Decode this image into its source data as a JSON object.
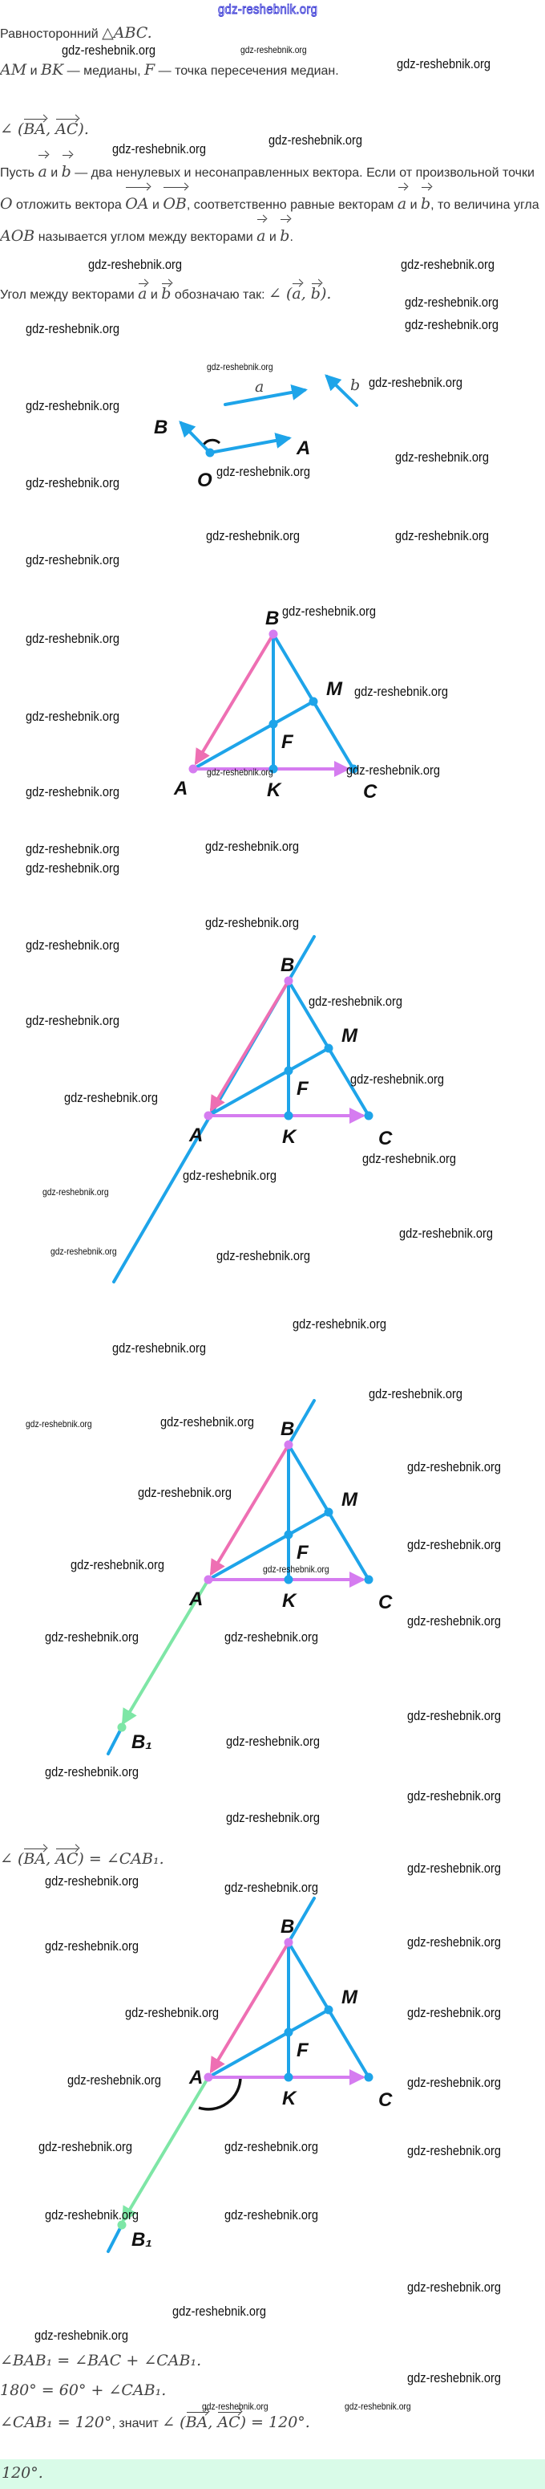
{
  "watermark": "gdz-reshebnik.org",
  "lines": [
    {
      "segs": [
        {
          "k": "t",
          "value": "Равносторонний "
        },
        {
          "k": "m",
          "value": "△ABC."
        }
      ]
    },
    {
      "segs": [
        {
          "k": "m",
          "value": "AM"
        },
        {
          "k": "t",
          "value": " и "
        },
        {
          "k": "m",
          "value": "BK"
        },
        {
          "k": "t",
          "value": " — медианы, "
        },
        {
          "k": "m",
          "value": "F"
        },
        {
          "k": "t",
          "value": " — точка пересечения медиан."
        }
      ]
    },
    {
      "segs": [
        {
          "k": "m",
          "value": "∠ ("
        },
        {
          "k": "v",
          "value": "BA"
        },
        {
          "k": "m",
          "value": ", "
        },
        {
          "k": "v",
          "value": "AC"
        },
        {
          "k": "m",
          "value": ")."
        }
      ]
    }
  ],
  "definition": {
    "segs": [
      {
        "k": "t",
        "value": "Пусть "
      },
      {
        "k": "v",
        "value": "a"
      },
      {
        "k": "t",
        "value": " и "
      },
      {
        "k": "v",
        "value": "b"
      },
      {
        "k": "t",
        "value": " — два ненулевых и несонаправленных вектора. Если от произвольной точки "
      },
      {
        "k": "m",
        "value": "O"
      },
      {
        "k": "t",
        "value": " отложить вектора "
      },
      {
        "k": "v",
        "value": "OA"
      },
      {
        "k": "t",
        "value": " и "
      },
      {
        "k": "v",
        "value": "OB"
      },
      {
        "k": "t",
        "value": ", соответственно равные векторам "
      },
      {
        "k": "v",
        "value": "a"
      },
      {
        "k": "t",
        "value": " и "
      },
      {
        "k": "v",
        "value": "b"
      },
      {
        "k": "t",
        "value": ", то величина угла "
      },
      {
        "k": "m",
        "value": "AOB"
      },
      {
        "k": "t",
        "value": " называется углом между векторами "
      },
      {
        "k": "v",
        "value": "a"
      },
      {
        "k": "t",
        "value": " и "
      },
      {
        "k": "v",
        "value": "b"
      },
      {
        "k": "t",
        "value": "."
      }
    ]
  },
  "notation": {
    "segs": [
      {
        "k": "t",
        "value": "Угол между векторами "
      },
      {
        "k": "v",
        "value": "a"
      },
      {
        "k": "t",
        "value": " и "
      },
      {
        "k": "v",
        "value": "b"
      },
      {
        "k": "t",
        "value": " обозначаю так: "
      },
      {
        "k": "m",
        "value": "∠ ("
      },
      {
        "k": "v",
        "value": "a"
      },
      {
        "k": "m",
        "value": ", "
      },
      {
        "k": "v",
        "value": "b"
      },
      {
        "k": "m",
        "value": ")."
      }
    ]
  },
  "equations": [
    {
      "segs": [
        {
          "k": "m",
          "value": "∠ ("
        },
        {
          "k": "v",
          "value": "BA"
        },
        {
          "k": "m",
          "value": ", "
        },
        {
          "k": "v",
          "value": "AC"
        },
        {
          "k": "m",
          "value": ") = ∠CAB₁."
        }
      ]
    },
    {
      "segs": [
        {
          "k": "m",
          "value": "∠BAB₁ = ∠BAC + ∠CAB₁."
        }
      ]
    },
    {
      "segs": [
        {
          "k": "m",
          "value": "180° = 60° + ∠CAB₁."
        }
      ]
    },
    {
      "segs": [
        {
          "k": "m",
          "value": "∠CAB₁ = 120°"
        },
        {
          "k": "t",
          "value": ", значит "
        },
        {
          "k": "m",
          "value": "∠ ("
        },
        {
          "k": "v",
          "value": "BA"
        },
        {
          "k": "m",
          "value": ", "
        },
        {
          "k": "v",
          "value": "AC"
        },
        {
          "k": "m",
          "value": ") = 120°."
        }
      ]
    }
  ],
  "answer": "120°.",
  "figures": {
    "vectors": {
      "a": "a",
      "b": "b",
      "O": "O",
      "A": "A",
      "B": "B"
    },
    "triangle": {
      "A": "A",
      "B": "B",
      "C": "C",
      "K": "K",
      "M": "M",
      "F": "F",
      "B1": "B₁"
    }
  },
  "colors": {
    "blue": "#1ea4e9",
    "pink": "#ee6fb3",
    "violet": "#d57cf0",
    "green": "#7ee6a6"
  }
}
